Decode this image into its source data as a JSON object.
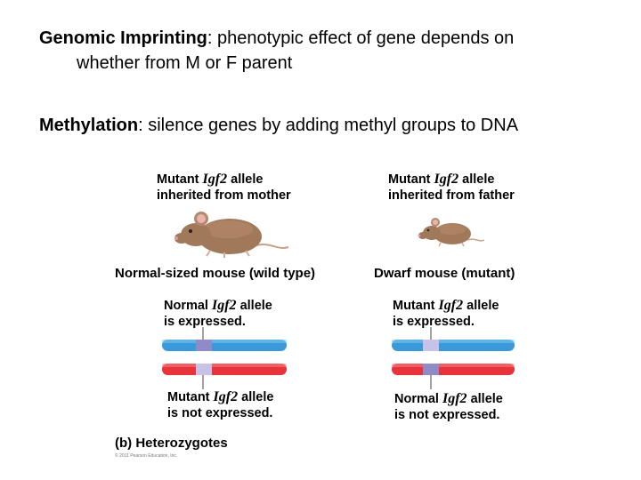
{
  "slide": {
    "line1_term": "Genomic Imprinting",
    "line1_rest": ": phenotypic effect of gene depends on",
    "line1_cont": "whether from M or F parent",
    "line2_term": "Methylation",
    "line2_rest": ": silence genes by adding methyl groups to DNA"
  },
  "figure": {
    "left": {
      "mouse_cap_a": "Mutant ",
      "mouse_cap_gene": "Igf2",
      "mouse_cap_b": " allele",
      "mouse_cap_line2": "inherited from mother",
      "phenotype": "Normal-sized mouse (wild type)",
      "upper_cap_a": "Normal ",
      "upper_cap_gene": "Igf2",
      "upper_cap_b": " allele",
      "upper_cap_line2": "is expressed.",
      "lower_cap_a": "Mutant ",
      "lower_cap_gene": "Igf2",
      "lower_cap_b": " allele",
      "lower_cap_line2": "is not expressed."
    },
    "right": {
      "mouse_cap_a": "Mutant ",
      "mouse_cap_gene": "Igf2",
      "mouse_cap_b": " allele",
      "mouse_cap_line2": "inherited from father",
      "phenotype": "Dwarf mouse (mutant)",
      "upper_cap_a": "Mutant ",
      "upper_cap_gene": "Igf2",
      "upper_cap_b": " allele",
      "upper_cap_line2": "is expressed.",
      "lower_cap_a": "Normal ",
      "lower_cap_gene": "Igf2",
      "lower_cap_b": " allele",
      "lower_cap_line2": "is not expressed."
    },
    "panel_label": "(b) Heterozygotes",
    "copyright": "© 2011 Pearson Education, Inc.",
    "colors": {
      "paternal_chromosome": "#3a9ad9",
      "maternal_chromosome": "#e8333a",
      "gene_band": "#b7b2dd",
      "mouse_fur": "#a0785a"
    }
  }
}
